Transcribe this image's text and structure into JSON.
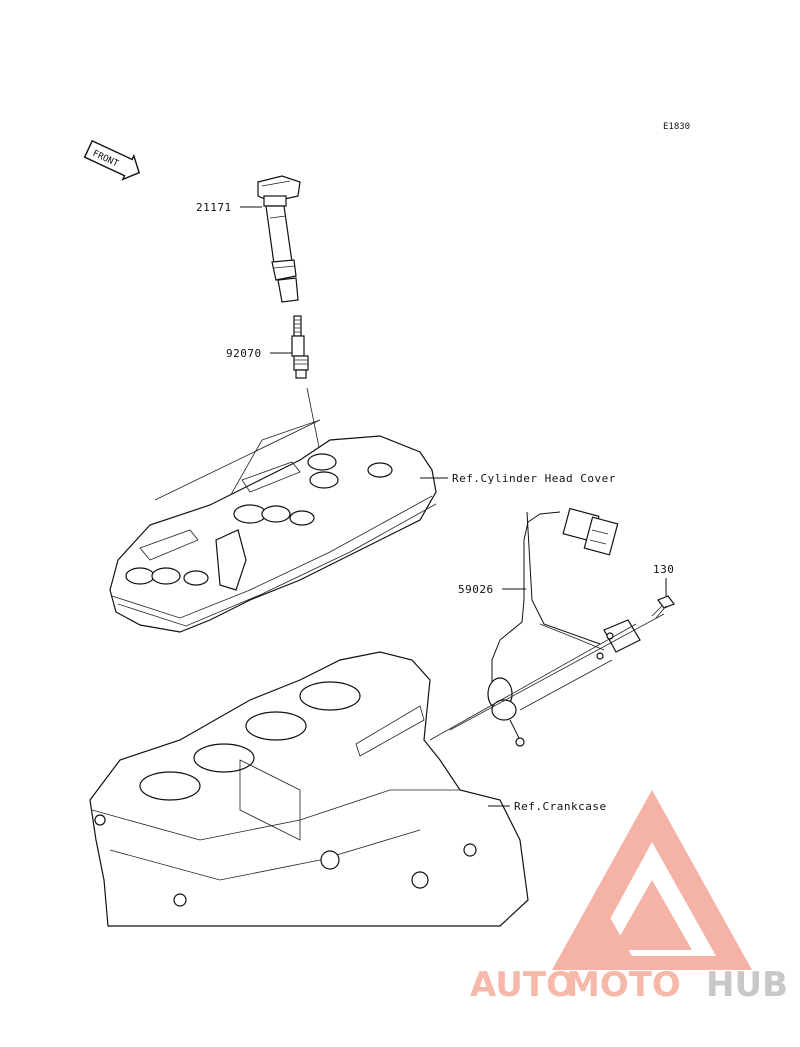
{
  "diagram": {
    "code": "E1830",
    "front_arrow": "FRONT",
    "parts": [
      {
        "id": "21171"
      },
      {
        "id": "92070"
      },
      {
        "id": "59026"
      },
      {
        "id": "130"
      }
    ],
    "refs": {
      "head_cover": "Ref.Cylinder Head Cover",
      "crankcase": "Ref.Crankcase"
    }
  },
  "watermark": {
    "text_auto": "AUTO",
    "text_moto": "MOTO",
    "text_hub": "HUB",
    "colors": {
      "accent": "#f4a698",
      "gray": "#c4c4c4"
    }
  }
}
